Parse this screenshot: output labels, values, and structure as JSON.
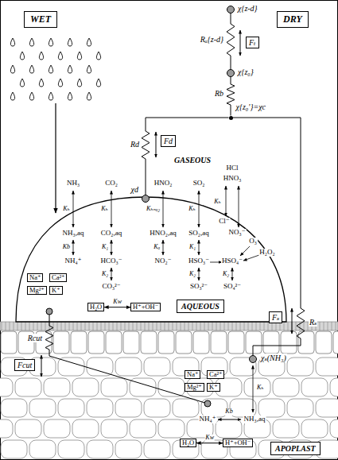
{
  "diagram": {
    "nodes": [
      {
        "text": [
          "WET"
        ]
      },
      {
        "text": [
          "DRY"
        ]
      },
      {
        "text": [
          "χ{z-d}"
        ]
      },
      {
        "text": [
          "χ{z₀}"
        ]
      },
      {
        "text": [
          "χ{z₀'}=χc"
        ]
      },
      {
        "text": [
          "Fₜ"
        ]
      },
      {
        "text": [
          "Fd"
        ]
      },
      {
        "text": [
          "Fₛ"
        ]
      },
      {
        "text": [
          "Fcut"
        ]
      },
      {
        "text": [
          "χd"
        ]
      },
      {
        "text": [
          "χₛ(NH₃)"
        ]
      },
      {
        "text": [
          "Na⁺"
        ]
      },
      {
        "text": [
          "Ca²⁺"
        ]
      },
      {
        "text": [
          "Mg²⁺"
        ]
      },
      {
        "text": [
          "K⁺"
        ]
      },
      {
        "text": [
          "H₂O"
        ]
      },
      {
        "text": [
          "H⁺+OH⁻"
        ]
      },
      {
        "text": [
          "AQUEOUS"
        ]
      },
      {
        "text": [
          "Na⁺"
        ]
      },
      {
        "text": [
          "Ca²⁺"
        ]
      },
      {
        "text": [
          "Mg²⁺"
        ]
      },
      {
        "text": [
          "K⁺"
        ]
      },
      {
        "text": [
          "H₂O"
        ]
      },
      {
        "text": [
          "H⁺+OH⁻"
        ]
      },
      {
        "text": [
          "APOPLAST"
        ]
      }
    ],
    "edges": [
      {
        "from": 2,
        "to": 3,
        "arrow": "none",
        "label": "Rₐ{z-d}"
      },
      {
        "from": 3,
        "to": 4,
        "arrow": "none",
        "label": "Rb"
      },
      {
        "from": 4,
        "to": 9,
        "arrow": "none",
        "label": "Rd"
      },
      {
        "from": 4,
        "to": 10,
        "arrow": "none",
        "label": "Rₛ"
      },
      {
        "from": 15,
        "to": 16,
        "arrow": "both",
        "label": "Kw"
      },
      {
        "from": 22,
        "to": 23,
        "arrow": "both",
        "label": "Kw"
      }
    ],
    "labels": [
      "GASEOUS",
      "NH₃",
      "CO₂",
      "HNO₂",
      "SO₂",
      "HCl",
      "HNO₃",
      "O₃",
      "H₂O₂",
      "NH₃,aq",
      "CO₂,aq",
      "HNO₂,aq",
      "SO₂,aq",
      "Cl⁻",
      "NO₃⁻",
      "NH₄⁺",
      "HCO₃⁻",
      "NO₂⁻",
      "HSO₃⁻",
      "HSO₄⁻",
      "CO₃²⁻",
      "SO₃²⁻",
      "SO₄²⁻",
      "Kₕ",
      "Kb",
      "Kₕ",
      "K₁",
      "K₂",
      "Kₕₙₒ₂",
      "Kₐ",
      "Kₕ",
      "K₁",
      "K₂",
      "Kₕ",
      "K₂",
      "Rcut",
      "NH₄⁺",
      "NH₃,aq",
      "Kb",
      "Kₕ"
    ]
  }
}
